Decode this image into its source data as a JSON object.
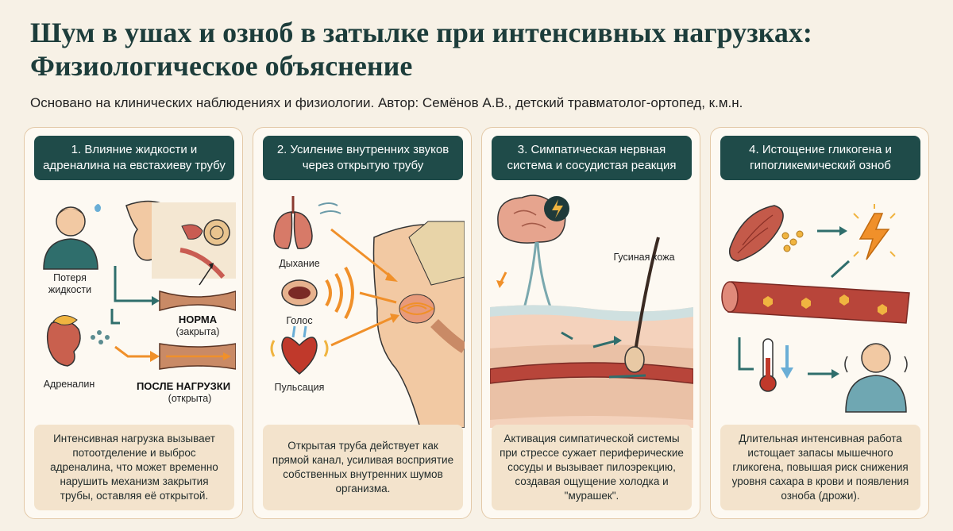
{
  "title": "Шум в ушах и озноб в затылке при интенсивных нагрузках: Физиологическое объяснение",
  "subtitle": "Основано на клинических наблюдениях и физиологии. Автор: Семёнов А.В., детский травматолог-ортопед, к.м.н.",
  "colors": {
    "accent": "#1f4b49",
    "footer": "#f3e3cc",
    "arrow": "#f0902a",
    "vessel": "#b8453a"
  },
  "cards": [
    {
      "header": "1. Влияние жидкости и адреналина на евстахиеву трубу",
      "labels": {
        "fluid_loss": "Потеря жидкости",
        "adrenaline": "Адреналин",
        "norm": "НОРМА",
        "norm_sub": "(закрыта)",
        "after": "ПОСЛЕ НАГРУЗКИ",
        "after_sub": "(открыта)"
      },
      "footer": "Интенсивная нагрузка вызывает потоотделение и выброс адреналина, что может временно нарушить механизм закрытия трубы, оставляя её открытой."
    },
    {
      "header": "2. Усиление внутренних звуков через открытую трубу",
      "labels": {
        "breathing": "Дыхание",
        "voice": "Голос",
        "pulse": "Пульсация"
      },
      "footer": "Открытая труба действует как прямой канал, усиливая восприятие собственных внутренних шумов организма."
    },
    {
      "header": "3. Симпатическая нервная система и сосудистая реакция",
      "labels": {
        "goosebumps": "Гусиная кожа"
      },
      "footer": "Активация симпатической системы при стрессе сужает периферические сосуды и вызывает пилоэрекцию, создавая ощущение холодка и \"мурашек\"."
    },
    {
      "header": "4. Истощение гликогена и гипогликемический озноб",
      "labels": {},
      "footer": "Длительная интенсивная работа истощает запасы мышечного гликогена, повышая риск снижения уровня сахара в крови и появления озноба (дрожи)."
    }
  ]
}
